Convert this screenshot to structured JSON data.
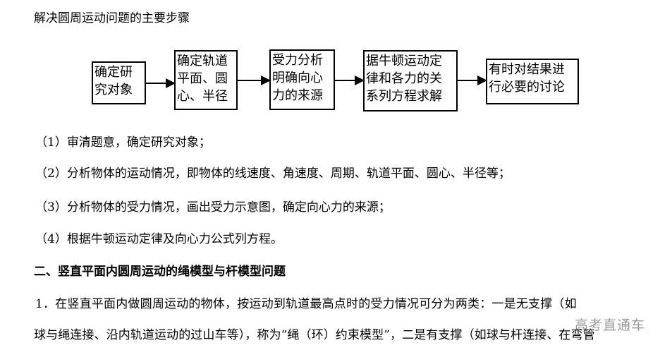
{
  "heading": "解决圆周运动问题的主要步骤",
  "flow": [
    {
      "lines": [
        "确定研",
        "究对象"
      ]
    },
    {
      "lines": [
        "确定轨道",
        "平面、圆",
        "心、半径"
      ]
    },
    {
      "lines": [
        "受力分析",
        "明确向心",
        "力的来源"
      ]
    },
    {
      "lines": [
        "据牛顿运动定",
        "律和各力的关",
        "系列方程求解"
      ]
    },
    {
      "lines": [
        "有时对结果进",
        "行必要的讨论"
      ]
    }
  ],
  "steps": [
    "（1）审清题意，确定研究对象；",
    "（2）分析物体的运动情况，即物体的线速度、角速度、周期、轨道平面、圆心、半径等；",
    "（3）分析物体的受力情况，画出受力示意图，确定向心力的来源；",
    "（4）根据牛顿运动定律及向心力公式列方程。"
  ],
  "section_title": "二、竖直平面内圆周运动的绳模型与杆模型问题",
  "paragraph": [
    "1．在竖直平面内做圆周运动的物体，按运动到轨道最高点时的受力情况可分为两类：一是无支撑（如",
    "球与绳连接、沿内轨道运动的过山车等），称为“绳（环）约束模型”，二是有支撑（如球与杆连接、在弯管"
  ],
  "watermark": "高考直通车"
}
